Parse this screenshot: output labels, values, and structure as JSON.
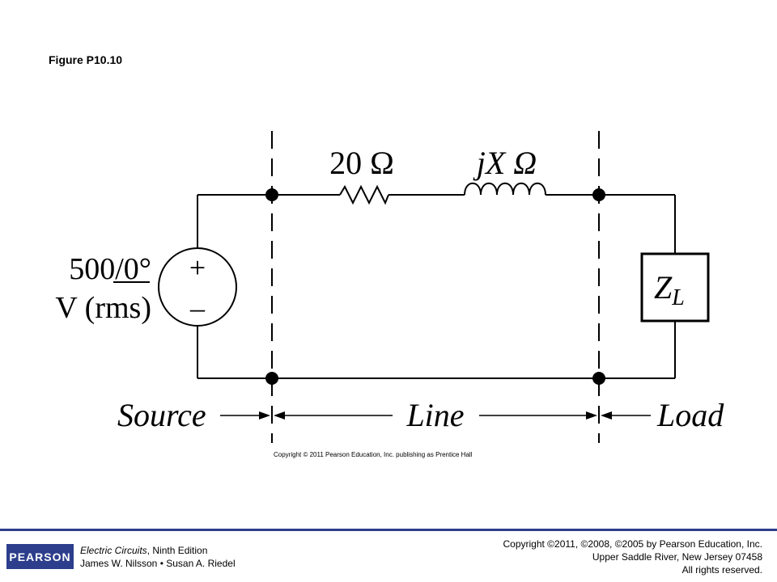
{
  "figure": {
    "title": "Figure P10.10",
    "resistor_label": "20 Ω",
    "inductor_label": "jX Ω",
    "source_value": "500/0°",
    "source_units": "V (rms)",
    "source_plus": "+",
    "source_minus": "–",
    "load_label_main": "Z",
    "load_label_sub": "L",
    "section_source": "Source",
    "section_line": "Line",
    "section_load": "Load",
    "inner_copyright": "Copyright © 2011 Pearson Education, Inc. publishing as Prentice Hall"
  },
  "footer": {
    "logo_text": "PEARSON",
    "book_title": "Electric Circuits",
    "book_edition": ", Ninth Edition",
    "authors": "James W. Nilsson • Susan A. Riedel",
    "copyright_line1": "Copyright ©2011, ©2008, ©2005 by Pearson Education, Inc.",
    "copyright_line2": "Upper Saddle River, New Jersey 07458",
    "copyright_line3": "All rights reserved."
  },
  "colors": {
    "footer_blue": "#2c3e8c",
    "ink": "#000000"
  }
}
